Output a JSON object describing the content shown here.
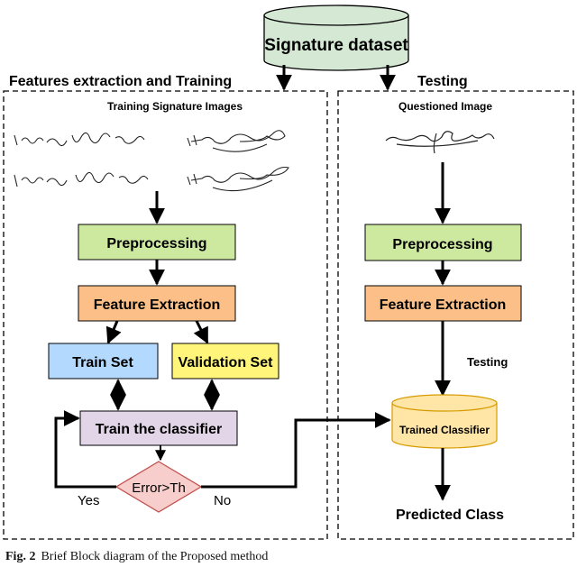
{
  "dataset": {
    "label": "Signature dataset",
    "color": "#d5e8d4"
  },
  "left_panel": {
    "title": "Features extraction  and Training",
    "images_label": "Training Signature Images",
    "preprocessing": "Preprocessing",
    "feature_extraction": "Feature Extraction",
    "train_set": "Train Set",
    "validation_set": "Validation Set",
    "train_classifier": "Train the classifier",
    "decision": "Error>Th",
    "yes_label": "Yes",
    "no_label": "No"
  },
  "right_panel": {
    "title": "Testing",
    "image_label": "Questioned Image",
    "preprocessing": "Preprocessing",
    "feature_extraction": "Feature Extraction",
    "testing_label": "Testing",
    "trained_classifier": "Trained Classifier",
    "predicted_class": "Predicted Class"
  },
  "caption": {
    "figure_number": "Fig. 2",
    "text": "Brief Block diagram of the Proposed method"
  },
  "colors": {
    "preprocessing": "#cde9a0",
    "feature_extraction": "#fbbf87",
    "train_set": "#b3d9ff",
    "validation_set": "#fff57a",
    "train_classifier": "#e1d5e7",
    "decision": "#f8cecc",
    "trained_classifier": "#ffe6a6"
  }
}
